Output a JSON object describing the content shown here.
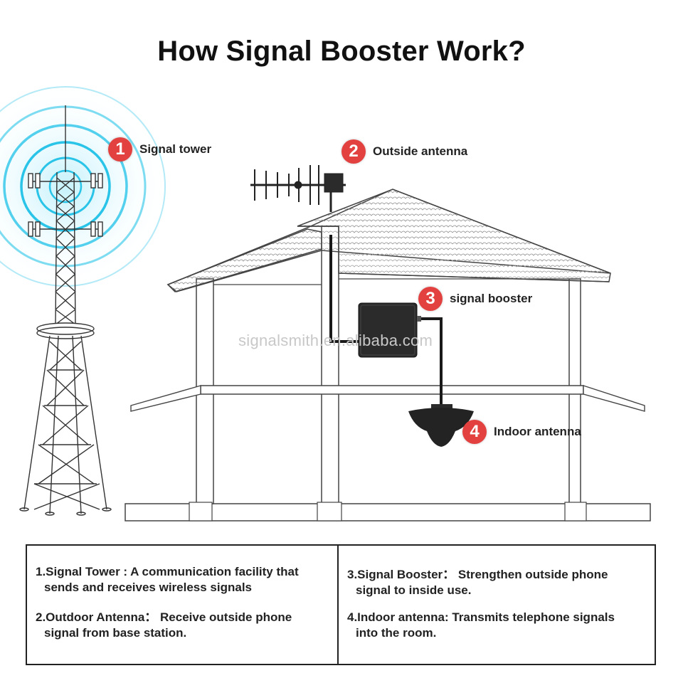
{
  "title": "How Signal Booster Work?",
  "watermark": "signalsmith.en.alibaba.com",
  "callouts": [
    {
      "number": "1",
      "label": "Signal tower"
    },
    {
      "number": "2",
      "label": "Outside antenna"
    },
    {
      "number": "3",
      "label": "signal booster"
    },
    {
      "number": "4",
      "label": "Indoor antenna"
    }
  ],
  "legend": [
    {
      "line1": "1.Signal Tower : A communication facility that",
      "line2": "sends and receives wireless signals"
    },
    {
      "line1": "2.Outdoor Antenna： Receive outside phone",
      "line2": "signal from base station."
    },
    {
      "line1": "3.Signal Booster： Strengthen outside phone",
      "line2": "signal to inside use."
    },
    {
      "line1": "4.Indoor antenna: Transmits telephone signals",
      "line2": "into the room."
    }
  ],
  "colors": {
    "accent": "#e2413f",
    "signal_waves": "#29c4e8",
    "booster": "#2b2b2b"
  }
}
